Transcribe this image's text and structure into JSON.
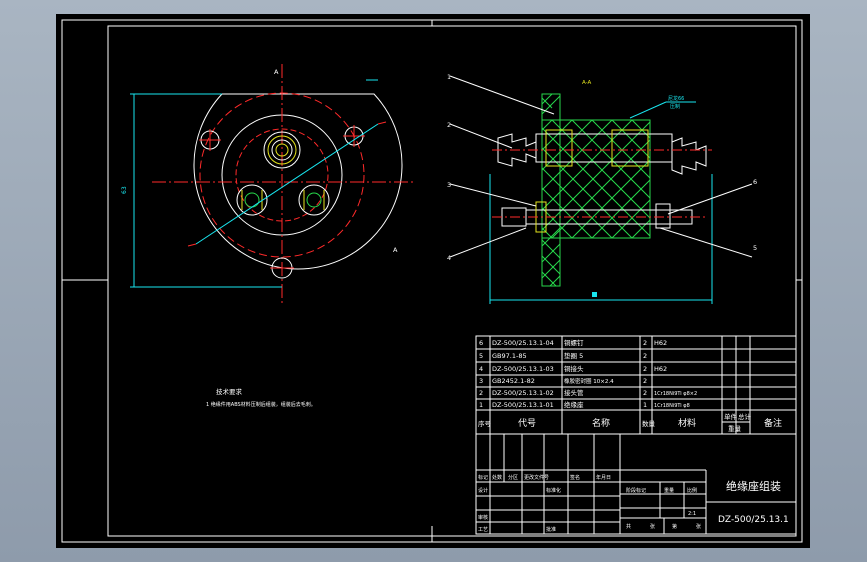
{
  "drawing": {
    "title_cn": "绝缘座组装",
    "drawing_number": "DZ-500/25.13.1",
    "scale": "2:1",
    "tech_requirements_title": "技术要求",
    "tech_requirements_text": "1 绝缘件用ABS材料压制后组装，组装后去毛刺。",
    "section_label": "A-A",
    "view_label": "A",
    "dim_v_left": "63",
    "mat_callout": "尼龙66\n压制",
    "parts_list": [
      {
        "no": "6",
        "code": "DZ-500/25.13.1-04",
        "name": "铜螺钉",
        "qty": "2",
        "material": "H62",
        "remark": ""
      },
      {
        "no": "5",
        "code": "GB97.1-85",
        "name": "垫圈 5",
        "qty": "2",
        "material": "",
        "remark": ""
      },
      {
        "no": "4",
        "code": "DZ-500/25.13.1-03",
        "name": "铜接头",
        "qty": "2",
        "material": "H62",
        "remark": ""
      },
      {
        "no": "3",
        "code": "GB2452.1-82",
        "name": "橡胶密封圈 10×2.4",
        "qty": "2",
        "material": "",
        "remark": ""
      },
      {
        "no": "2",
        "code": "DZ-500/25.13.1-02",
        "name": "接头管",
        "qty": "2",
        "material": "1Cr18Ni9Ti  φ8×2",
        "remark": ""
      },
      {
        "no": "1",
        "code": "DZ-500/25.13.1-01",
        "name": "绝缘座",
        "qty": "1",
        "material": "1Cr18Ni9Ti  φ8",
        "remark": ""
      }
    ],
    "parts_header": {
      "no": "序号",
      "code": "代号",
      "name": "名称",
      "qty": "数量",
      "material": "材料",
      "unit_weight": "单件",
      "total_weight": "总计",
      "weight": "重量",
      "remark": "备注"
    },
    "title_block": {
      "mark": "标记",
      "count": "处数",
      "zone": "分区",
      "change_doc": "更改文件号",
      "sign": "签名",
      "date": "年月日",
      "design": "设计",
      "standardize": "标准化",
      "check": "审核",
      "process": "工艺",
      "approve": "批准",
      "stage_mark": "阶段标记",
      "weight": "重量",
      "ratio": "比例",
      "sheets_total": "共",
      "sheets_total_unit": "张",
      "sheet_no": "第",
      "sheet_no_unit": "张"
    },
    "balloons": [
      "1",
      "2",
      "3",
      "4",
      "5",
      "6"
    ]
  }
}
